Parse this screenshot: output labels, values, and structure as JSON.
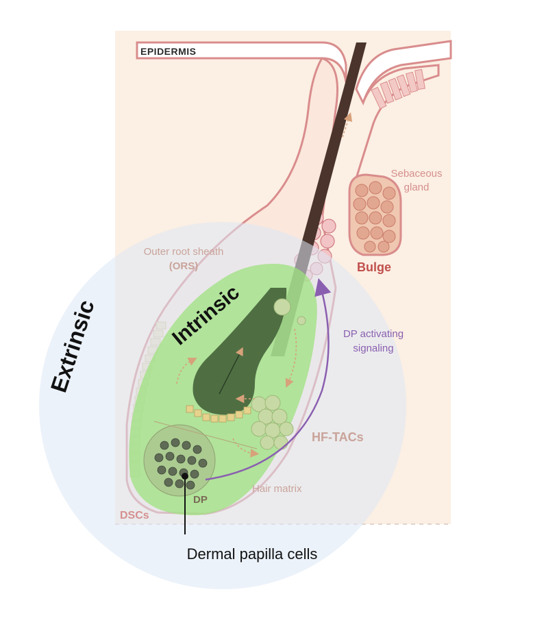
{
  "labels": {
    "epidermis": "EPIDERMIS",
    "sebaceous_line1": "Sebaceous",
    "sebaceous_line2": "gland",
    "ors_line1": "Outer root sheath",
    "ors_line2": "(ORS)",
    "bulge": "Bulge",
    "intrinsic": "Intrinsic",
    "extrinsic": "Extrinsic",
    "dp_signal_line1": "DP activating",
    "dp_signal_line2": "signaling",
    "hf_tacs": "HF-TACs",
    "hair_matrix": "Hair matrix",
    "dp": "DP",
    "dscs": "DSCs",
    "dermal_papilla": "Dermal papilla cells"
  },
  "colors": {
    "skin_bg": "#fcefe3",
    "outline": "#d98c8c",
    "hair_shaft": "#4a342c",
    "intrinsic_fill": "#9be27b",
    "extrinsic_fill": "#dde8f6",
    "signal_arrow": "#8a5fb0",
    "bulge_text": "#c0504d",
    "muted_text": "#c9a39a"
  }
}
